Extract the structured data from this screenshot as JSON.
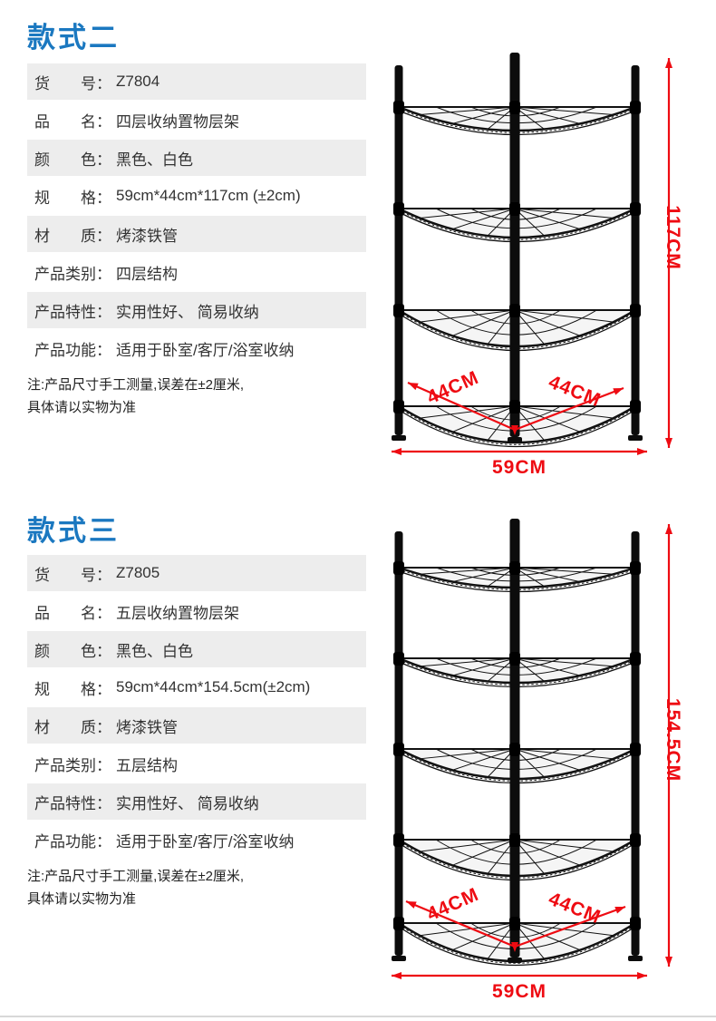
{
  "colors": {
    "accent_blue": "#1b78c0",
    "dimension_red": "#ee0b12",
    "row_gray": "#ededed",
    "text_dark": "#333333"
  },
  "sections": [
    {
      "title": "款式二",
      "specs": [
        {
          "label": "货　　号：",
          "value": "Z7804"
        },
        {
          "label": "品　　名：",
          "value": "四层收纳置物层架"
        },
        {
          "label": "颜　　色：",
          "value": "黑色、白色"
        },
        {
          "label": "规　　格：",
          "value": "59cm*44cm*117cm (±2cm)"
        },
        {
          "label": "材　　质：",
          "value": "烤漆铁管"
        },
        {
          "label": "产品类别：",
          "value": "四层结构"
        },
        {
          "label": "产品特性：",
          "value": "实用性好、 简易收纳"
        },
        {
          "label": "产品功能：",
          "value": "适用于卧室/客厅/浴室收纳"
        }
      ],
      "note_line1": "注:产品尺寸手工测量,误差在±2厘米,",
      "note_line2": "具体请以实物为准",
      "figure": {
        "tiers": 4,
        "height_label": "117CM",
        "width_label": "59CM",
        "depth_left_label": "44CM",
        "depth_right_label": "44CM"
      }
    },
    {
      "title": "款式三",
      "specs": [
        {
          "label": "货　　号：",
          "value": "Z7805"
        },
        {
          "label": "品　　名：",
          "value": "五层收纳置物层架"
        },
        {
          "label": "颜　　色：",
          "value": "黑色、白色"
        },
        {
          "label": "规　　格：",
          "value": "59cm*44cm*154.5cm(±2cm)"
        },
        {
          "label": "材　　质：",
          "value": "烤漆铁管"
        },
        {
          "label": "产品类别：",
          "value": "五层结构"
        },
        {
          "label": "产品特性：",
          "value": "实用性好、 简易收纳"
        },
        {
          "label": "产品功能：",
          "value": "适用于卧室/客厅/浴室收纳"
        }
      ],
      "note_line1": "注:产品尺寸手工测量,误差在±2厘米,",
      "note_line2": "具体请以实物为准",
      "figure": {
        "tiers": 5,
        "height_label": "154.5CM",
        "width_label": "59CM",
        "depth_left_label": "44CM",
        "depth_right_label": "44CM"
      }
    }
  ]
}
